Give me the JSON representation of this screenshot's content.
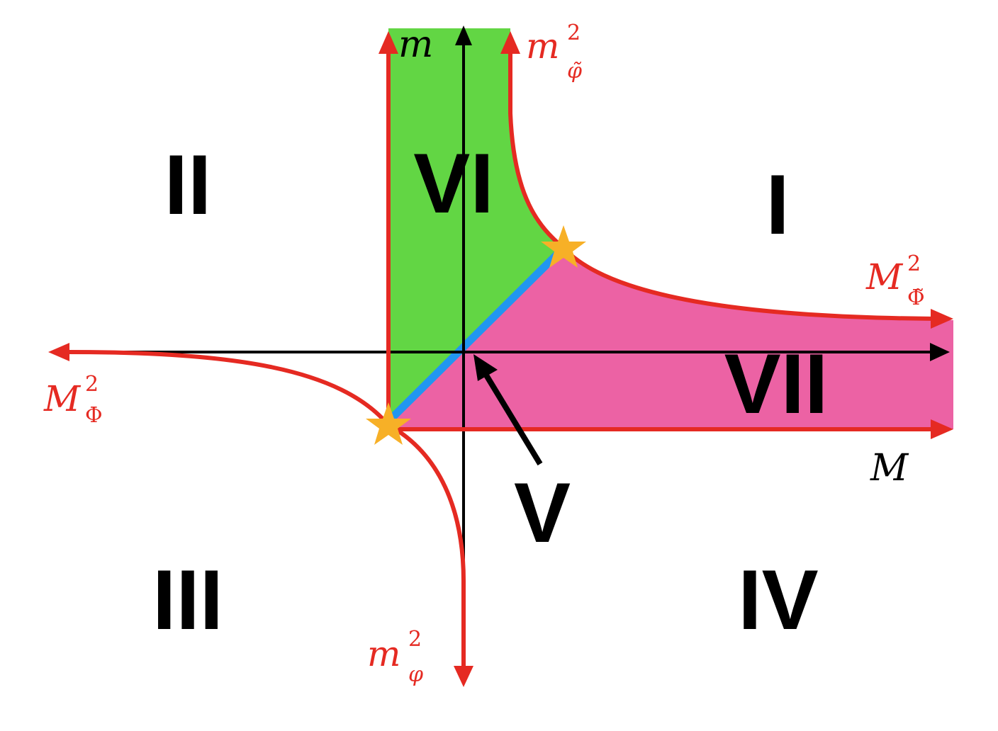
{
  "colors": {
    "background": "#ffffff",
    "axis": "#000000",
    "boundary_red": "#e52a22",
    "region_green": "#62d644",
    "region_pink": "#ec62a4",
    "segment_blue": "#2196f0",
    "star_orange": "#f7b027",
    "label_text": "#000000"
  },
  "axes": {
    "vertical": {
      "symbol": "m"
    },
    "horizontal": {
      "symbol": "M"
    }
  },
  "boundary_labels": {
    "m_phi_tilde": {
      "base": "m",
      "sup": "2",
      "sub": "φ̃"
    },
    "M_Phi_tilde": {
      "base": "M",
      "sup": "2",
      "sub": "Φ̃"
    },
    "M_Phi": {
      "base": "M",
      "sup": "2",
      "sub": "Φ"
    },
    "m_phi": {
      "base": "m",
      "sup": "2",
      "sub": "φ"
    }
  },
  "regions": {
    "I": "I",
    "II": "II",
    "III": "III",
    "IV": "IV",
    "V": "V",
    "VI": "VI",
    "VII": "VII"
  },
  "markers": {
    "star_count": 2,
    "star_shape": "star",
    "pointer": "arrow pointing to region V"
  }
}
